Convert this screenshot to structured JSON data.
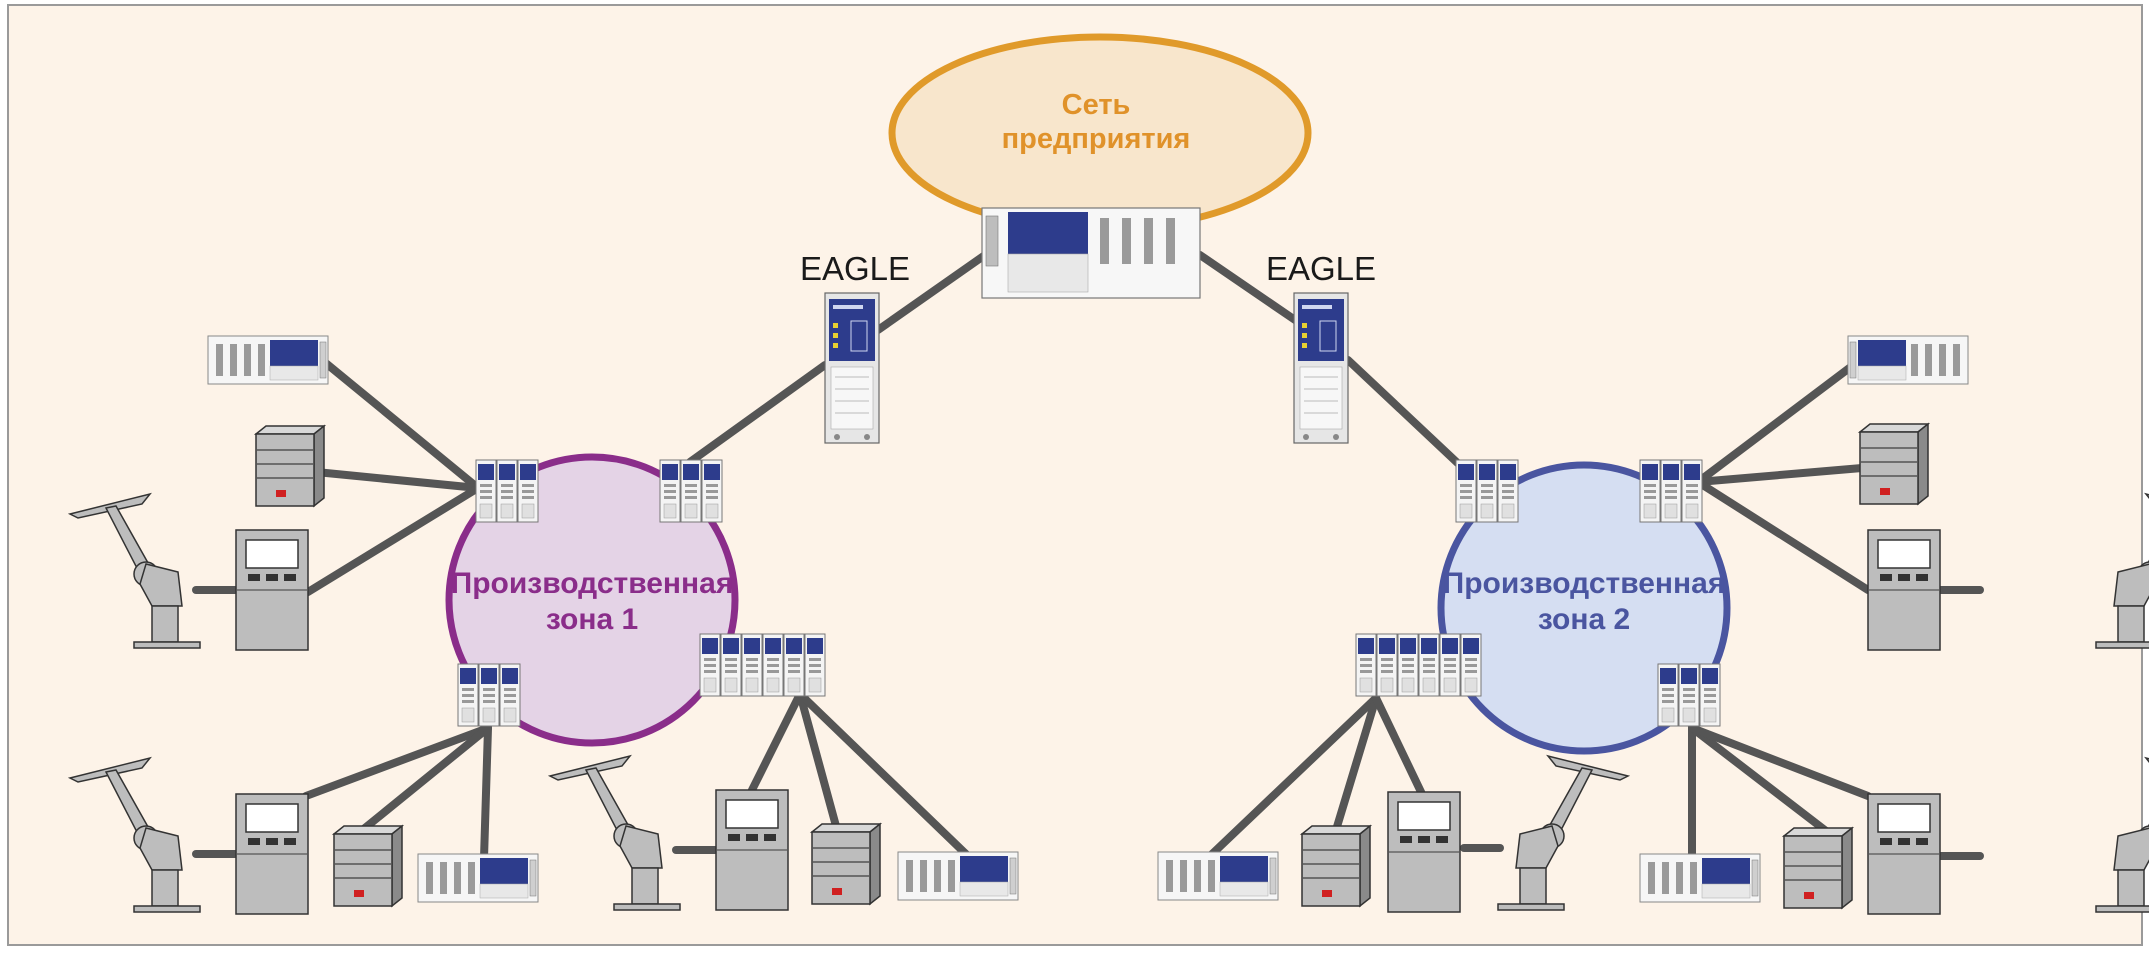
{
  "labels": {
    "enterprise_line1": "Сеть",
    "enterprise_line2": "предприятия",
    "eagle_left": "EAGLE",
    "eagle_right": "EAGLE",
    "zone1_line1": "Производственная",
    "zone1_line2": "зона 1",
    "zone2_line1": "Производственная",
    "zone2_line2": "зона 2"
  },
  "colors": {
    "background": "#fdf3e8",
    "frame": "#9a9a9a",
    "enterprise_fill": "#f8e6cc",
    "enterprise_stroke": "#e09a2a",
    "enterprise_text": "#e0922a",
    "zone1_fill": "#e4d3e6",
    "zone1_stroke": "#8a2d8a",
    "zone1_text": "#8a2d8a",
    "zone2_fill": "#d5def2",
    "zone2_stroke": "#4a55a0",
    "zone2_text": "#4a55a0",
    "link": "#555555",
    "device_blue": "#2d3c8c",
    "device_gray": "#bdbdbd"
  },
  "icons": [
    "switch-icon",
    "firewall-icon",
    "server-icon",
    "terminal-icon",
    "robot-arm-icon",
    "io-module-icon"
  ]
}
